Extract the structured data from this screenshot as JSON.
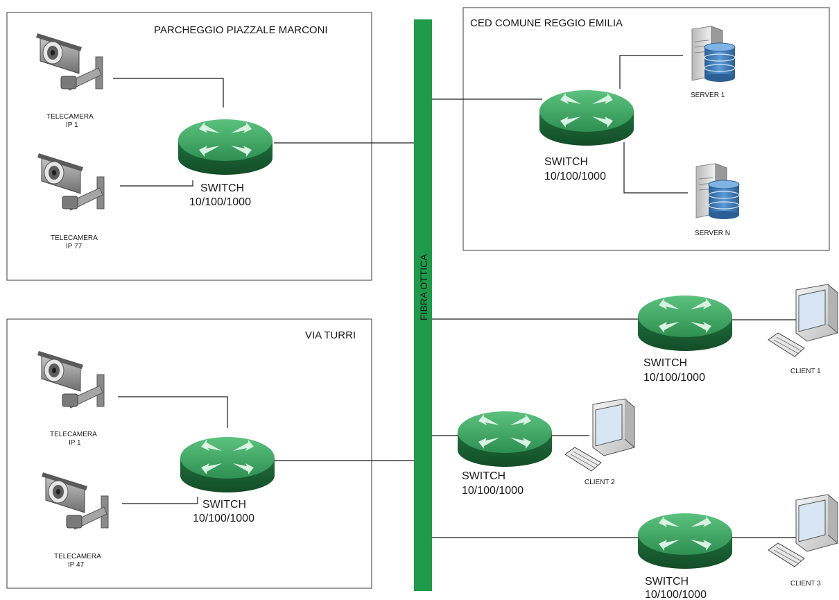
{
  "areas": {
    "parcheggio": "PARCHEGGIO PIAZZALE MARCONI",
    "via_turri": "VIA TURRI",
    "ced": "CED COMUNE REGGIO EMILIA"
  },
  "backbone": {
    "label": "FIBRA OTTICA",
    "color": "#1f9a4a"
  },
  "switch": {
    "line1": "SWITCH",
    "line2": "10/100/1000"
  },
  "cameras": {
    "cam_1a": {
      "line1": "TELECAMERA",
      "line2": "IP 1"
    },
    "cam_77": {
      "line1": "TELECAMERA",
      "line2": "IP  77"
    },
    "cam_1b": {
      "line1": "TELECAMERA",
      "line2": "IP 1"
    },
    "cam_47": {
      "line1": "TELECAMERA",
      "line2": "IP  47"
    }
  },
  "servers": {
    "server_1": "SERVER 1",
    "server_n": "SERVER N"
  },
  "clients": {
    "client_1": "CLIENT 1",
    "client_2": "CLIENT 2",
    "client_3": "CLIENT 3"
  },
  "colors": {
    "switch_green": "#2f9a57",
    "server_db_blue": "#3b78b5"
  },
  "icons": [
    "ip-camera-icon",
    "network-switch-icon",
    "database-server-icon",
    "desktop-computer-icon",
    "keyboard-icon"
  ]
}
